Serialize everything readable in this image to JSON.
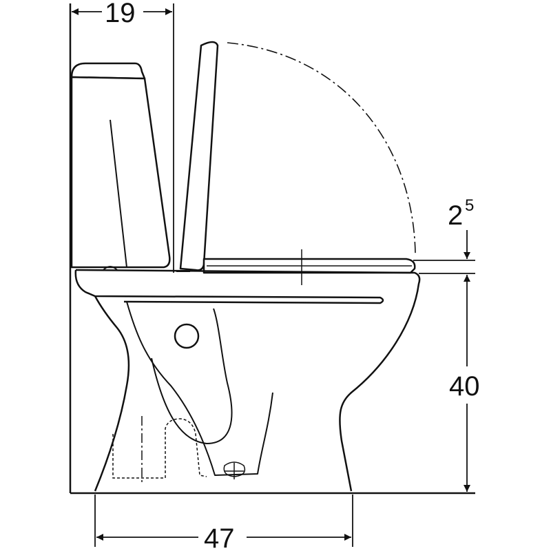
{
  "dimensions": {
    "cistern_depth": "19",
    "seat_thickness_base": "2",
    "seat_thickness_sup": "5",
    "bowl_height": "40",
    "footprint_length": "47"
  },
  "colors": {
    "line": "#111111",
    "background": "#ffffff"
  }
}
